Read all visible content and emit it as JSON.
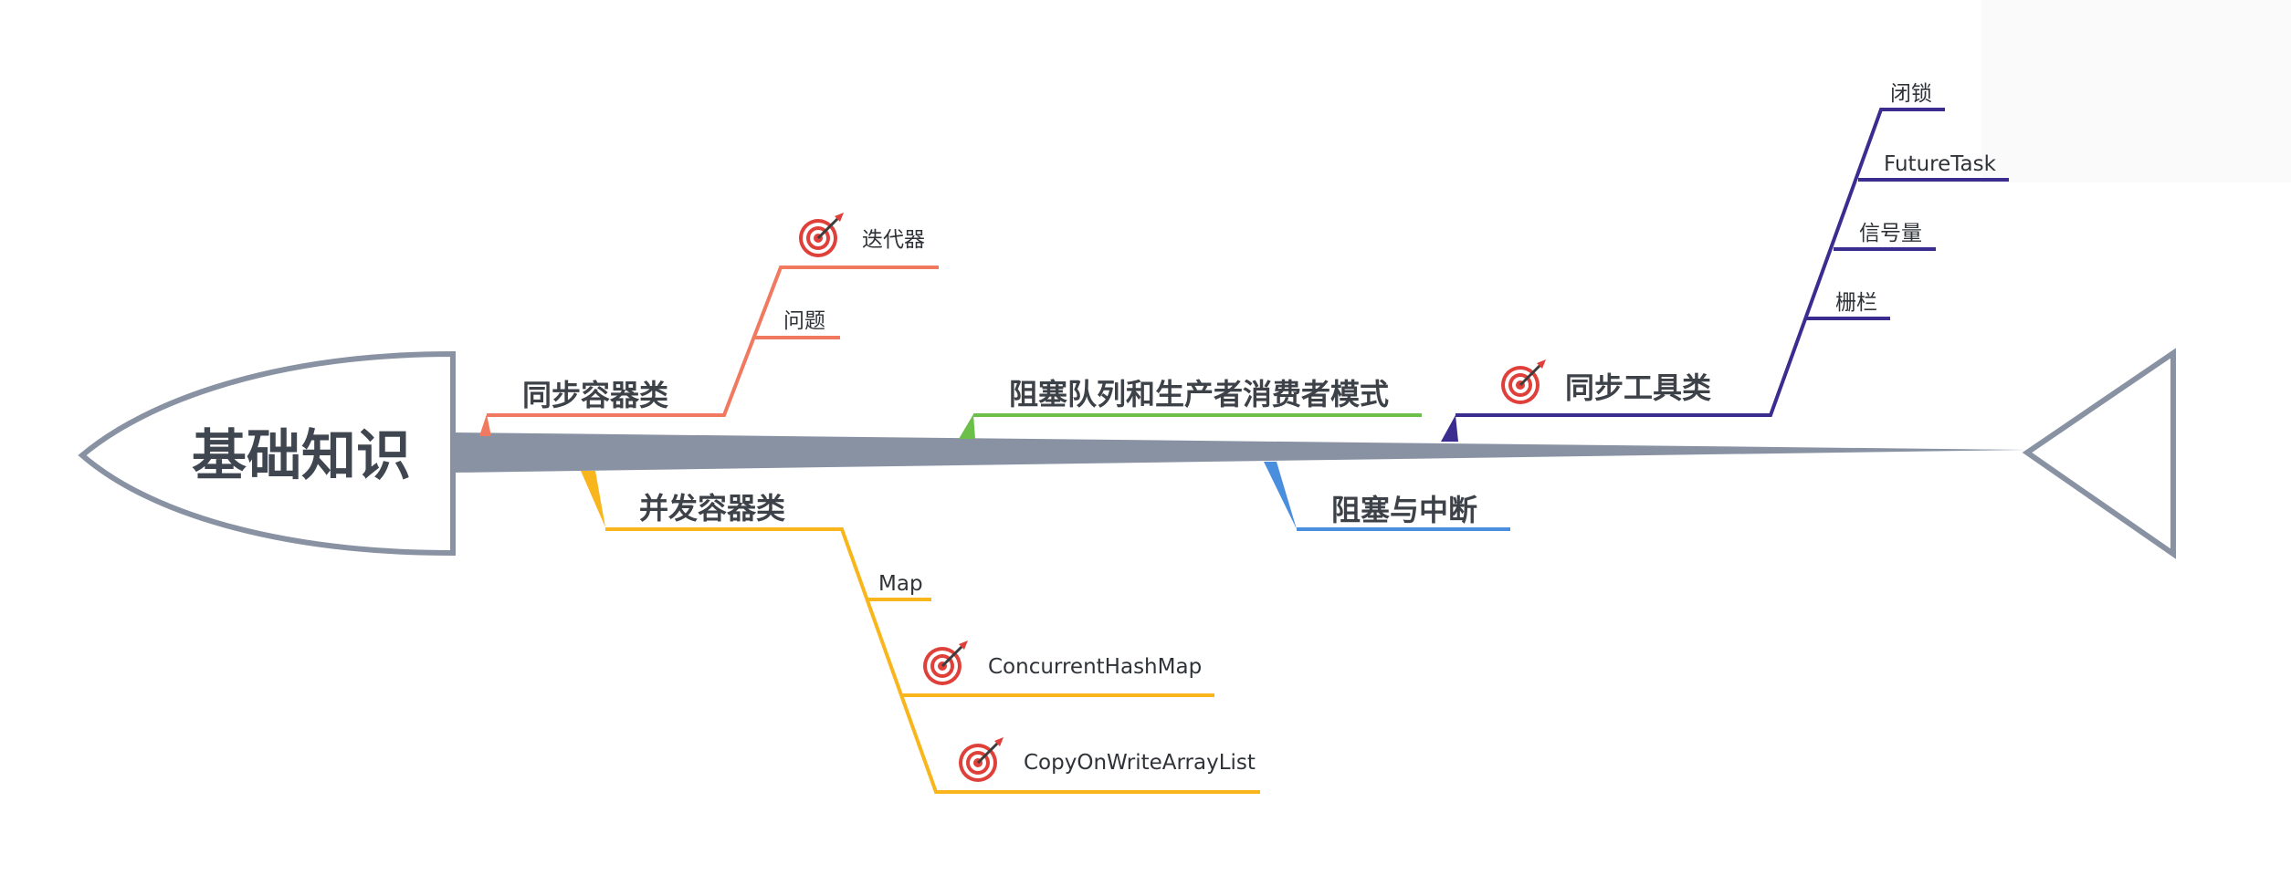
{
  "root": {
    "label": "基础知识"
  },
  "branches": {
    "sync_containers": {
      "label": "同步容器类",
      "color": "#f0795f",
      "children": [
        {
          "label": "迭代器",
          "icon": "target-icon"
        },
        {
          "label": "问题"
        }
      ]
    },
    "concurrent_containers": {
      "label": "并发容器类",
      "color": "#f8b61c",
      "children": [
        {
          "label": "Map"
        },
        {
          "label": "ConcurrentHashMap",
          "icon": "target-icon"
        },
        {
          "label": "CopyOnWriteArrayList",
          "icon": "target-icon"
        }
      ]
    },
    "blocking_queue": {
      "label": "阻塞队列和生产者消费者模式",
      "color": "#6cc04a"
    },
    "blocking_interrupt": {
      "label": "阻塞与中断",
      "color": "#4a8fde"
    },
    "sync_tools": {
      "label": "同步工具类",
      "color": "#3a2d8f",
      "icon": "target-icon",
      "children": [
        {
          "label": "闭锁"
        },
        {
          "label": "FutureTask"
        },
        {
          "label": "信号量"
        },
        {
          "label": "栅栏"
        }
      ]
    }
  },
  "colors": {
    "spine": "#8892a2",
    "outline": "#8892a2",
    "target_red": "#e0403a",
    "target_ring": "#f3b2a8"
  }
}
